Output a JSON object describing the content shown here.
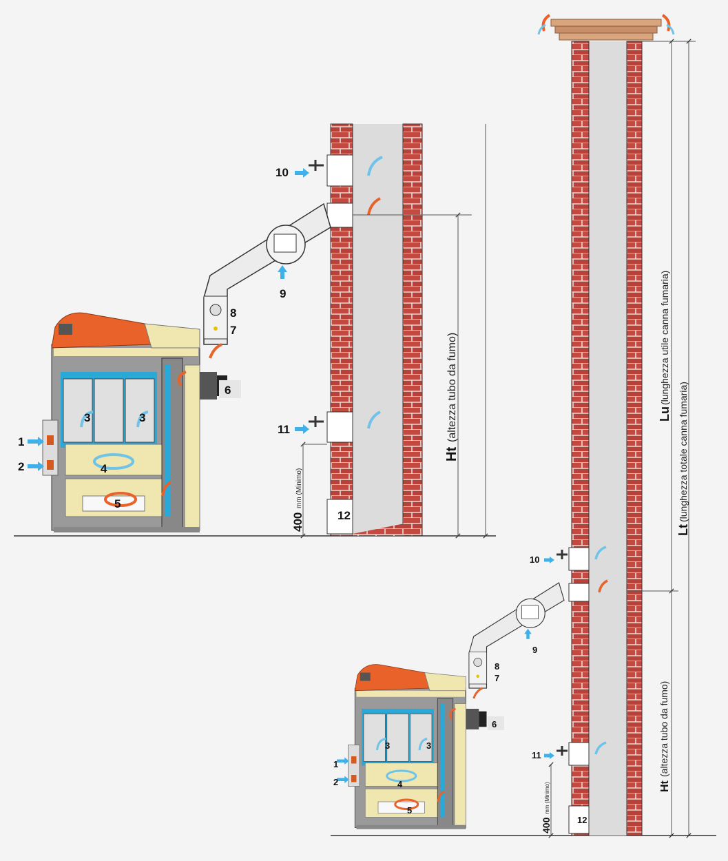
{
  "labels": {
    "n1": "1",
    "n2": "2",
    "n3": "3",
    "n4": "4",
    "n5": "5",
    "n6": "6",
    "n7": "7",
    "n8": "8",
    "n9": "9",
    "n10": "10",
    "n11": "11",
    "n12": "12"
  },
  "dimensions": {
    "ht_symbol": "Ht",
    "ht_text": "(altezza tubo da fumo)",
    "min_value": "400",
    "min_unit": "mm (Minimo)",
    "lu_symbol": "Lu",
    "lu_text": "(lunghezza utile canna fumaria)",
    "lt_symbol": "Lt",
    "lt_text": "(lunghezza totale canna fumaria)"
  },
  "colors": {
    "brick": "#b8413a",
    "flue": "#dcdcdc",
    "hood": "#e8622a",
    "water": "#2aa8d8",
    "insulation": "#efe6b0",
    "background": "#f4f4f4"
  }
}
